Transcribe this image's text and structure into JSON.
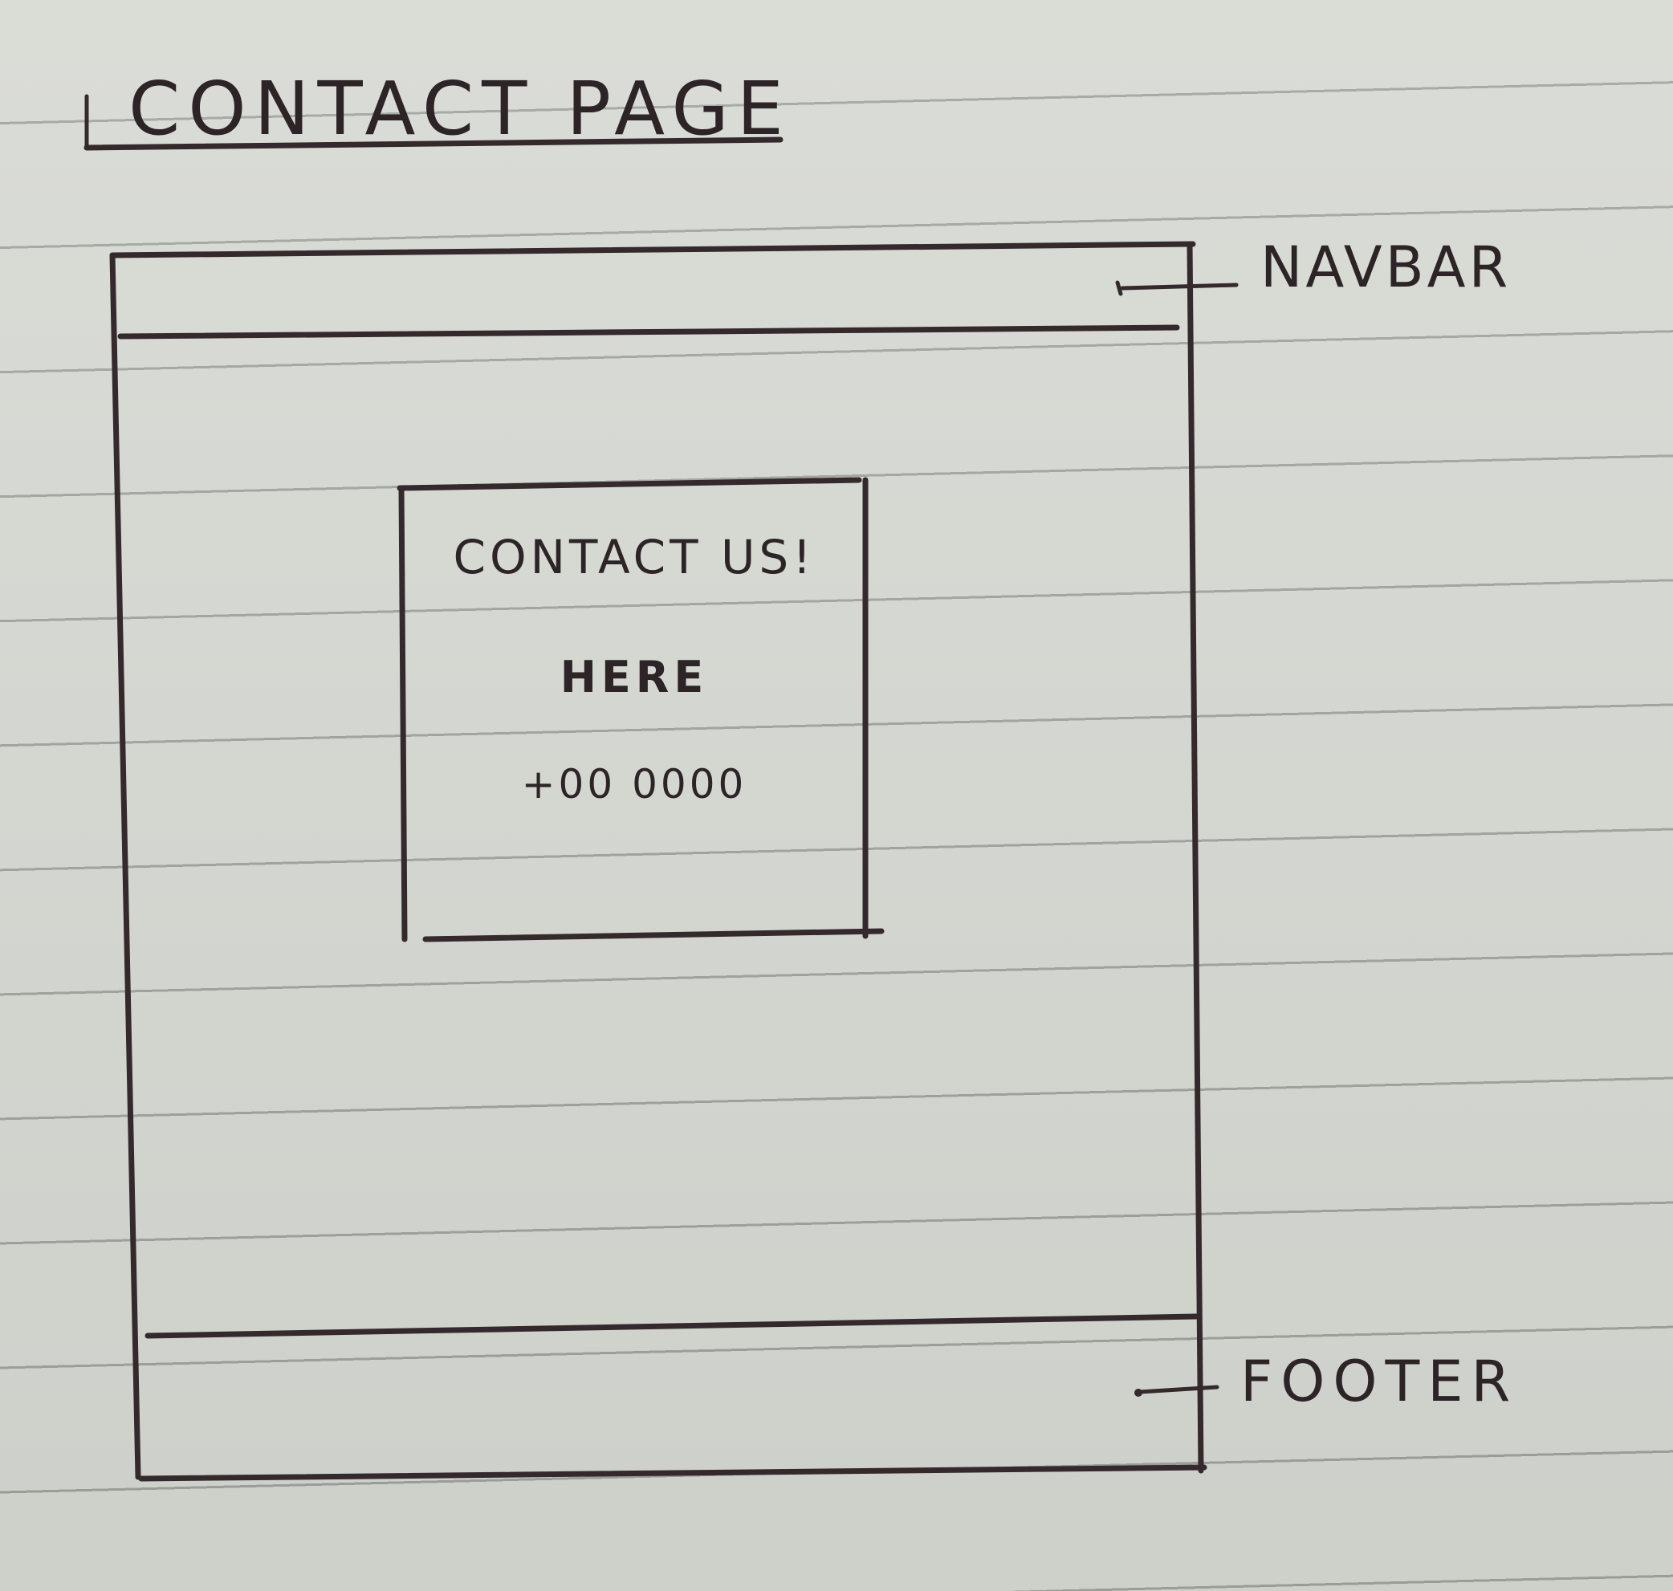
{
  "title": "CONTACT PAGE",
  "annotations": {
    "navbar": "NAVBAR",
    "footer": "FOOTER"
  },
  "contact_card": {
    "heading": "CONTACT US!",
    "line": "HERE",
    "phone": "+00 0000"
  },
  "colors": {
    "paper": "#d6d8d2",
    "ink": "#34292c",
    "ruled_line": "#73766f"
  }
}
